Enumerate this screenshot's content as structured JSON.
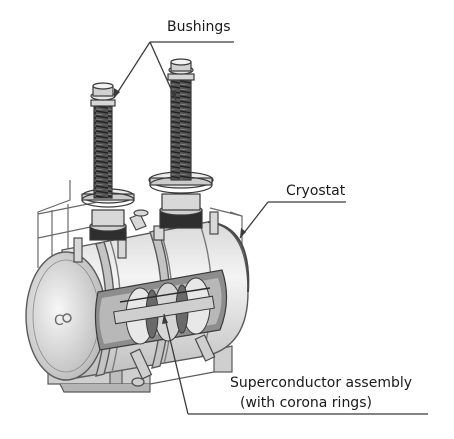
{
  "labels": {
    "bushings": "Bushings",
    "cryostat": "Cryostat",
    "superconductor_line1": "Superconductor assembly",
    "superconductor_line2": "(with corona rings)"
  },
  "colors": {
    "outline": "#5a5a5a",
    "metal_light": "#eeeeee",
    "metal_mid": "#cfcfcf",
    "metal_dark": "#9a9a9a",
    "coil": "#4a4a4a",
    "leader": "#3a3a3a"
  }
}
